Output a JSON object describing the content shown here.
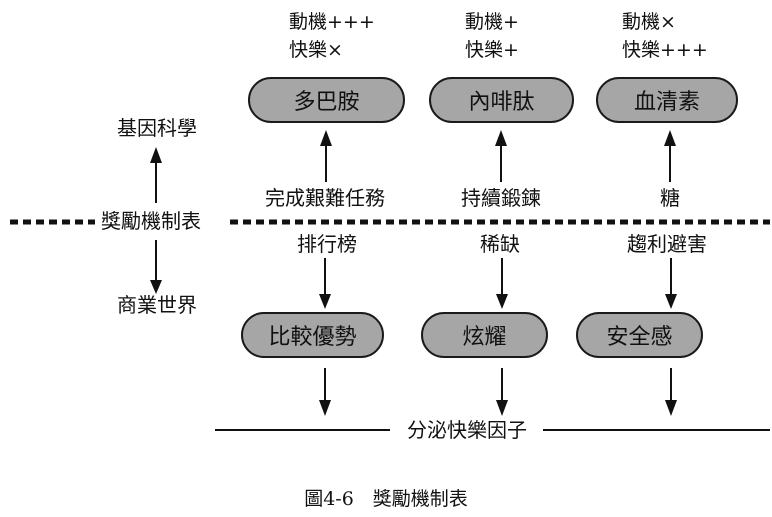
{
  "colors": {
    "pill_fill": "#a6a6a6",
    "stroke": "#111111",
    "background": "#ffffff"
  },
  "axis": {
    "center_label": "獎勵機制表",
    "top_label": "基因科學",
    "bottom_label": "商業世界"
  },
  "top_row": [
    {
      "motivation": "動機+++",
      "pleasure": "快樂×",
      "hormone": "多巴胺",
      "trigger": "完成艱難任務"
    },
    {
      "motivation": "動機+",
      "pleasure": "快樂+",
      "hormone": "內啡肽",
      "trigger": "持續鍛鍊"
    },
    {
      "motivation": "動機×",
      "pleasure": "快樂+++",
      "hormone": "血清素",
      "trigger": "糖"
    }
  ],
  "bottom_row": [
    {
      "mechanism": "排行榜",
      "result": "比較優勢"
    },
    {
      "mechanism": "稀缺",
      "result": "炫耀"
    },
    {
      "mechanism": "趨利避害",
      "result": "安全感"
    }
  ],
  "footer_line_label": "分泌快樂因子",
  "caption": "圖4-6　獎勵機制表"
}
